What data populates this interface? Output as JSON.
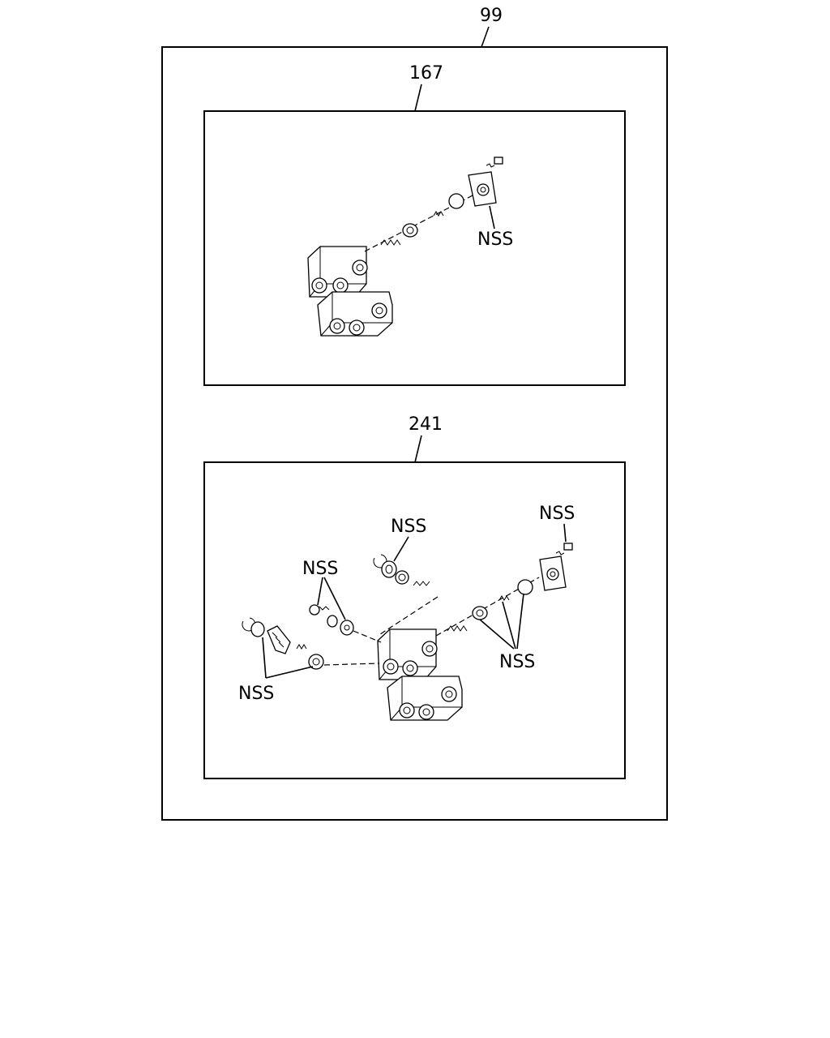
{
  "callouts": {
    "outer": "99",
    "top_panel": "167",
    "bottom_panel": "241"
  },
  "nss_labels": {
    "top_cover": "NSS",
    "bottom_top_center": "NSS",
    "bottom_top_right": "NSS",
    "bottom_left_upper": "NSS",
    "bottom_right_lower": "NSS",
    "bottom_left_lower": "NSS"
  }
}
